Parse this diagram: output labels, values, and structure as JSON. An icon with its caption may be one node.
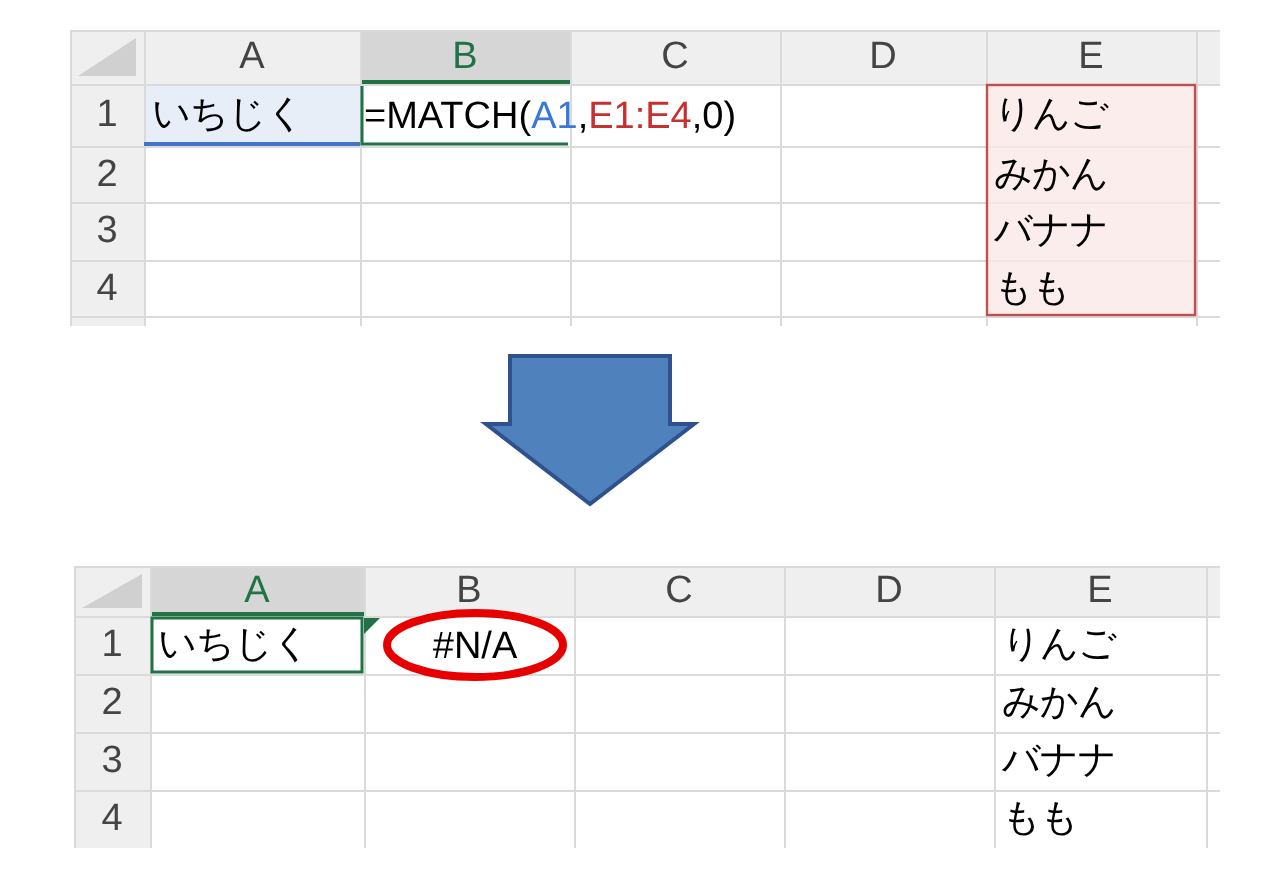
{
  "diagram": {
    "nodes": [
      {
        "text": [
          "A",
          "B",
          "C",
          "D",
          "E",
          "1",
          "いちじく",
          "=MATCH(A1,E1:E4,0)",
          "りんご",
          "2",
          "みかん",
          "3",
          "バナナ",
          "4",
          "もも"
        ]
      },
      {
        "text": [
          "A",
          "B",
          "C",
          "D",
          "E",
          "1",
          "いちじく",
          "#N/A",
          "りんご",
          "2",
          "みかん",
          "3",
          "バナナ",
          "4",
          "もも"
        ]
      }
    ],
    "edges": [
      {
        "from": 0,
        "to": 1,
        "arrow": "to"
      }
    ]
  }
}
